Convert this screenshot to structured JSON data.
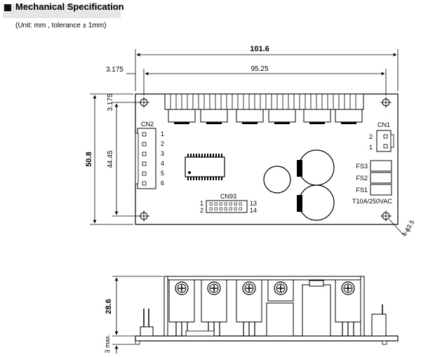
{
  "header": {
    "title": "Mechanical Specification",
    "subtitle": "(Unit: mm , tolerance ± 1mm)"
  },
  "top_view": {
    "dimensions": {
      "overall_width": "101.6",
      "hole_spacing_x": "95.25",
      "hole_offset_x": "3.175",
      "overall_height": "50.8",
      "hole_spacing_y": "44.45",
      "hole_offset_y": "3.175",
      "hole_callout": "4-ϕ3.5"
    },
    "connectors": {
      "cn2": {
        "label": "CN2",
        "pins": [
          "1",
          "2",
          "3",
          "4",
          "5",
          "6"
        ]
      },
      "cn1": {
        "label": "CN1",
        "pins": [
          "2",
          "1"
        ]
      },
      "cn93": {
        "label": "CN93",
        "pins_left": [
          "1",
          "2"
        ],
        "pins_right": [
          "13",
          "14"
        ]
      }
    },
    "fuses": [
      "FS3",
      "FS2",
      "FS1"
    ],
    "fuse_rating": "T10A/250VAC"
  },
  "side_view": {
    "dimensions": {
      "height": "28.6",
      "bottom_clearance": "3 max."
    }
  }
}
